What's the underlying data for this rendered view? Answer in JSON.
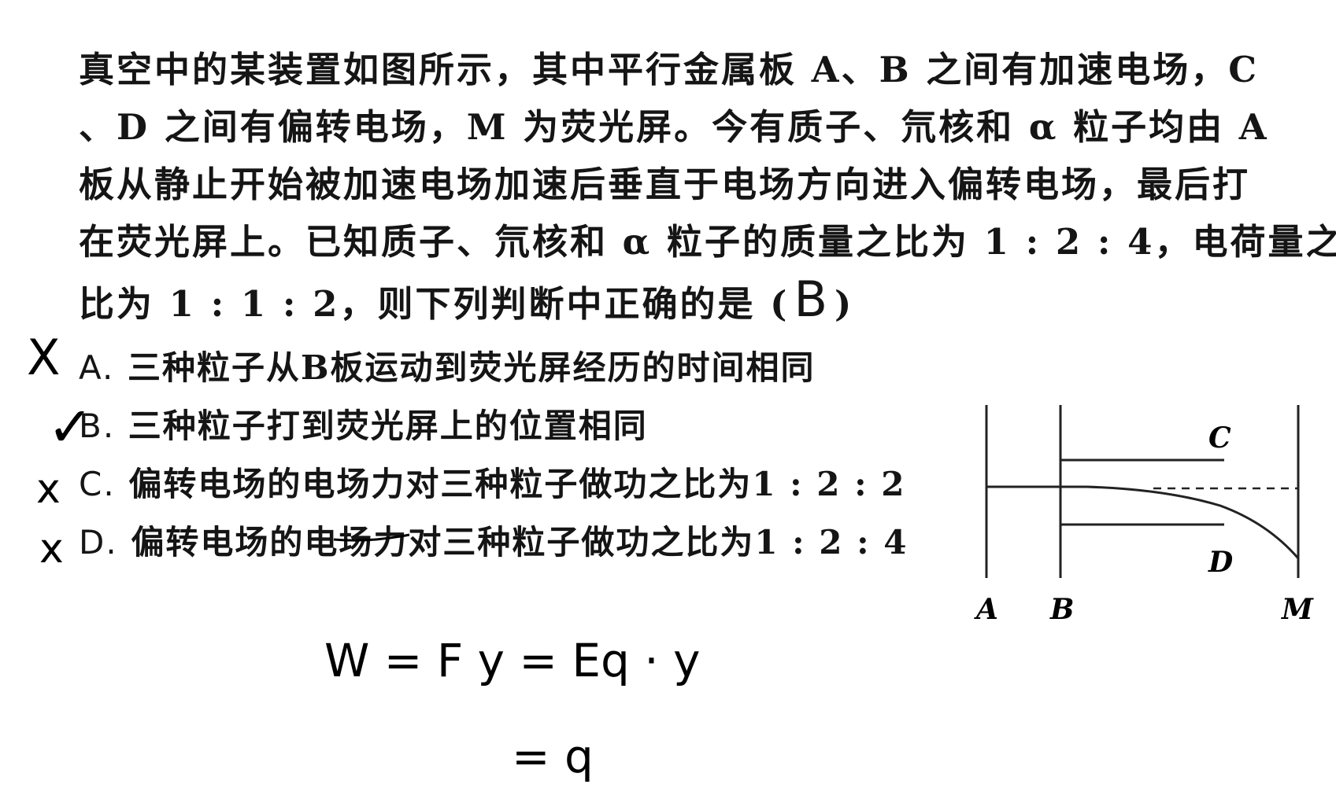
{
  "question": {
    "line1": "真空中的某装置如图所示，其中平行金属板 A、B 之间有加速电场，C",
    "line2": "、D 之间有偏转电场，M 为荧光屏。今有质子、氘核和 α 粒子均由 A",
    "line3": "板从静止开始被加速电场加速后垂直于电场方向进入偏转电场，最后打",
    "line4": "在荧光屏上。已知质子、氘核和 α 粒子的质量之比为 1 : 2 : 4，电荷量之",
    "line5_prefix": "比为 1 : 1 : 2，则下列判断中正确的是 (",
    "line5_suffix": ")",
    "answer": "B"
  },
  "options": [
    {
      "letter": "A.",
      "text": "三种粒子从B板运动到荧光屏经历的时间相同",
      "mark": "X"
    },
    {
      "letter": "B.",
      "text": "三种粒子打到荧光屏上的位置相同",
      "mark": "✓"
    },
    {
      "letter": "C.",
      "text": "偏转电场的电场力对三种粒子做功之比为1 : 2 : 2",
      "mark": "x"
    },
    {
      "letter": "D.",
      "text": "偏转电场的电场力对三种粒子做功之比为1 : 2 : 4",
      "mark": "x"
    }
  ],
  "handwriting": {
    "line1": "W = F y = Eq · y",
    "line2": "= q"
  },
  "diagram": {
    "label_A": "A",
    "label_B": "B",
    "label_C": "C",
    "label_D": "D",
    "label_M": "M"
  }
}
